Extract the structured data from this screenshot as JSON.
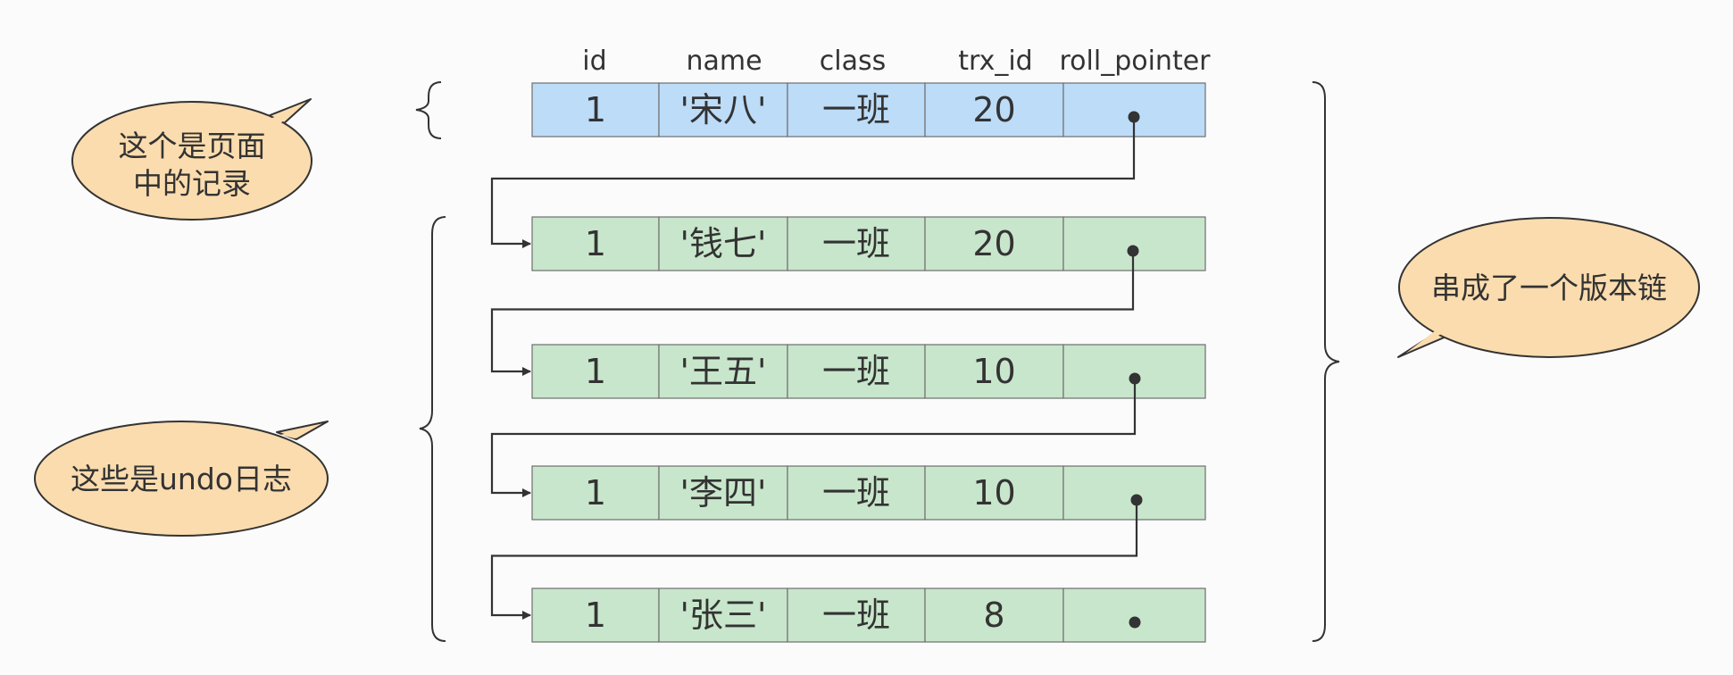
{
  "columns": [
    "id",
    "name",
    "class",
    "trx_id",
    "roll_pointer"
  ],
  "rows": [
    {
      "id": "1",
      "name": "'宋八'",
      "class": "一班",
      "trx_id": "20",
      "kind": "page"
    },
    {
      "id": "1",
      "name": "'钱七'",
      "class": "一班",
      "trx_id": "20",
      "kind": "undo"
    },
    {
      "id": "1",
      "name": "'王五'",
      "class": "一班",
      "trx_id": "10",
      "kind": "undo"
    },
    {
      "id": "1",
      "name": "'李四'",
      "class": "一班",
      "trx_id": "10",
      "kind": "undo"
    },
    {
      "id": "1",
      "name": "'张三'",
      "class": "一班",
      "trx_id": "8",
      "kind": "undo"
    }
  ],
  "callouts": {
    "page_record": [
      "这个是页面",
      "中的记录"
    ],
    "undo_log": [
      "这些是undo日志"
    ],
    "version_chain": [
      "串成了一个版本链"
    ]
  },
  "colors": {
    "page_row": "#bcdcf8",
    "undo_row": "#c8e6cb",
    "bubble": "#fbdcae",
    "line": "#333333"
  }
}
